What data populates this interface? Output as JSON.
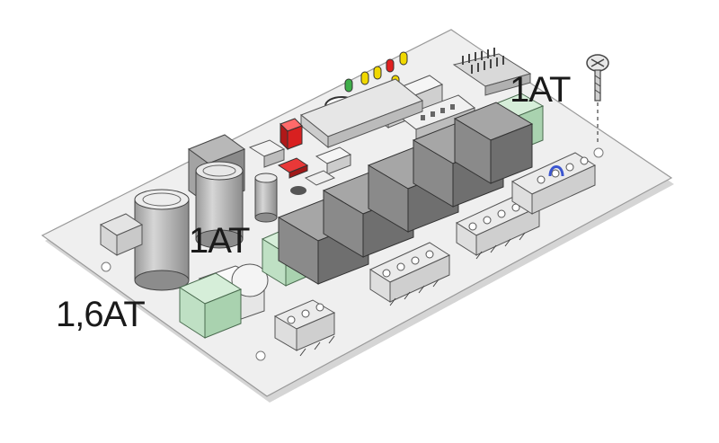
{
  "fuses": {
    "right": "1AT",
    "center": "1AT",
    "left": "1,6AT"
  },
  "colors": {
    "board": "#ededed",
    "board_edge": "#cfcfcf",
    "relay": "#8a8a8a",
    "terminal_green": "#bfe0c4",
    "terminal_grey": "#d9d9d9",
    "led_green": "#3fae49",
    "led_yellow": "#f0d800",
    "led_red": "#e02020",
    "dip_red": "#e03030",
    "jumper_blue": "#3a55d0"
  }
}
